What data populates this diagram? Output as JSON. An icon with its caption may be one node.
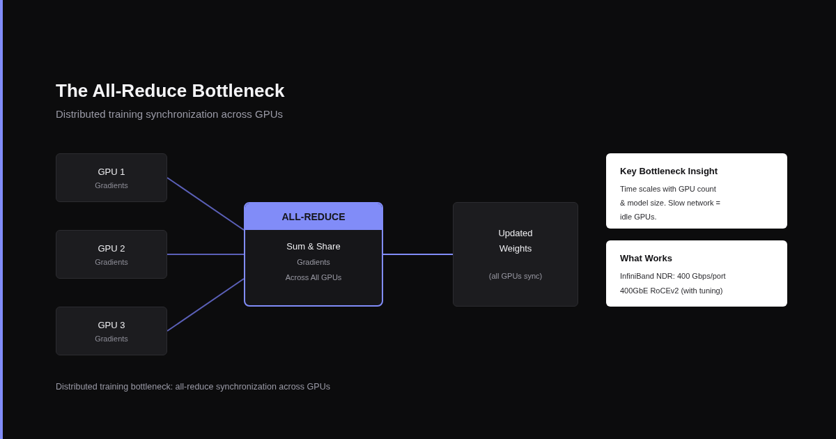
{
  "diagram": {
    "title": "The All-Reduce Bottleneck",
    "caption": "Distributed training bottleneck: all-reduce synchronization across GPUs",
    "nodes": [
      {
        "text": [
          "GPU 1",
          "Gradients"
        ]
      },
      {
        "text": [
          "GPU 2",
          "Gradients"
        ]
      },
      {
        "text": [
          "GPU 3",
          "Gradients"
        ]
      },
      {
        "text": [
          "ALL-REDUCE",
          "Sum & Share",
          "Gradients",
          "Across All GPUs"
        ]
      },
      {
        "text": [
          "Updated Weights",
          "(all GPUs sync)"
        ]
      },
      {
        "text": [
          "Key Bottleneck Insight",
          "Time scales with GPU count & model size. Slow network = idle GPUs."
        ]
      },
      {
        "text": [
          "What Works",
          "InfiniBand NDR: 400 Gbps/port",
          "400GbE RoCEv2 (with tuning)"
        ]
      }
    ],
    "edges": [
      {
        "from": 0,
        "to": 3,
        "arrow": "none"
      },
      {
        "from": 1,
        "to": 3,
        "arrow": "none"
      },
      {
        "from": 2,
        "to": 3,
        "arrow": "none"
      },
      {
        "from": 3,
        "to": 4,
        "arrow": "none",
        "color": "#818cf8"
      }
    ],
    "labels": [
      "Distributed training synchronization across GPUs"
    ]
  }
}
